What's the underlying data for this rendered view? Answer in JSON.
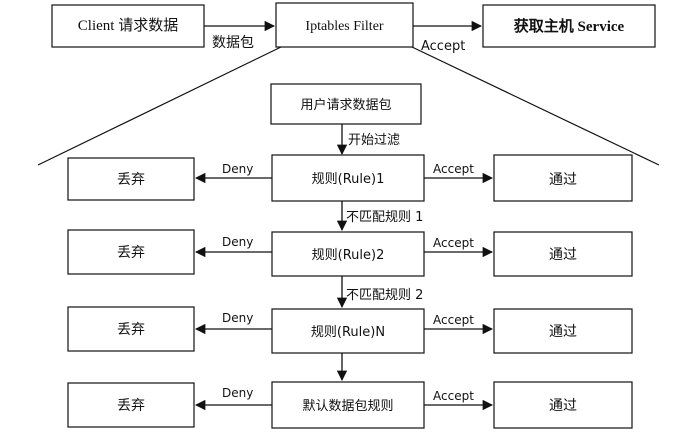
{
  "top_flow": {
    "client": "Client 请求数据",
    "filter": "Iptables Filter",
    "service": "获取主机 Service",
    "packet_label": "数据包",
    "accept_label": "Accept"
  },
  "flow": {
    "start_box": "用户请求数据包",
    "start_label": "开始过滤"
  },
  "rows": [
    {
      "rule": "规则(Rule)1",
      "drop": "丢弃",
      "pass": "通过",
      "deny": "Deny",
      "accept": "Accept",
      "next": "不匹配规则 1"
    },
    {
      "rule": "规则(Rule)2",
      "drop": "丢弃",
      "pass": "通过",
      "deny": "Deny",
      "accept": "Accept",
      "next": "不匹配规则 2"
    },
    {
      "rule": "规则(Rule)N",
      "drop": "丢弃",
      "pass": "通过",
      "deny": "Deny",
      "accept": "Accept",
      "next": ""
    },
    {
      "rule": "默认数据包规则",
      "drop": "丢弃",
      "pass": "通过",
      "deny": "Deny",
      "accept": "Accept",
      "next": ""
    }
  ]
}
